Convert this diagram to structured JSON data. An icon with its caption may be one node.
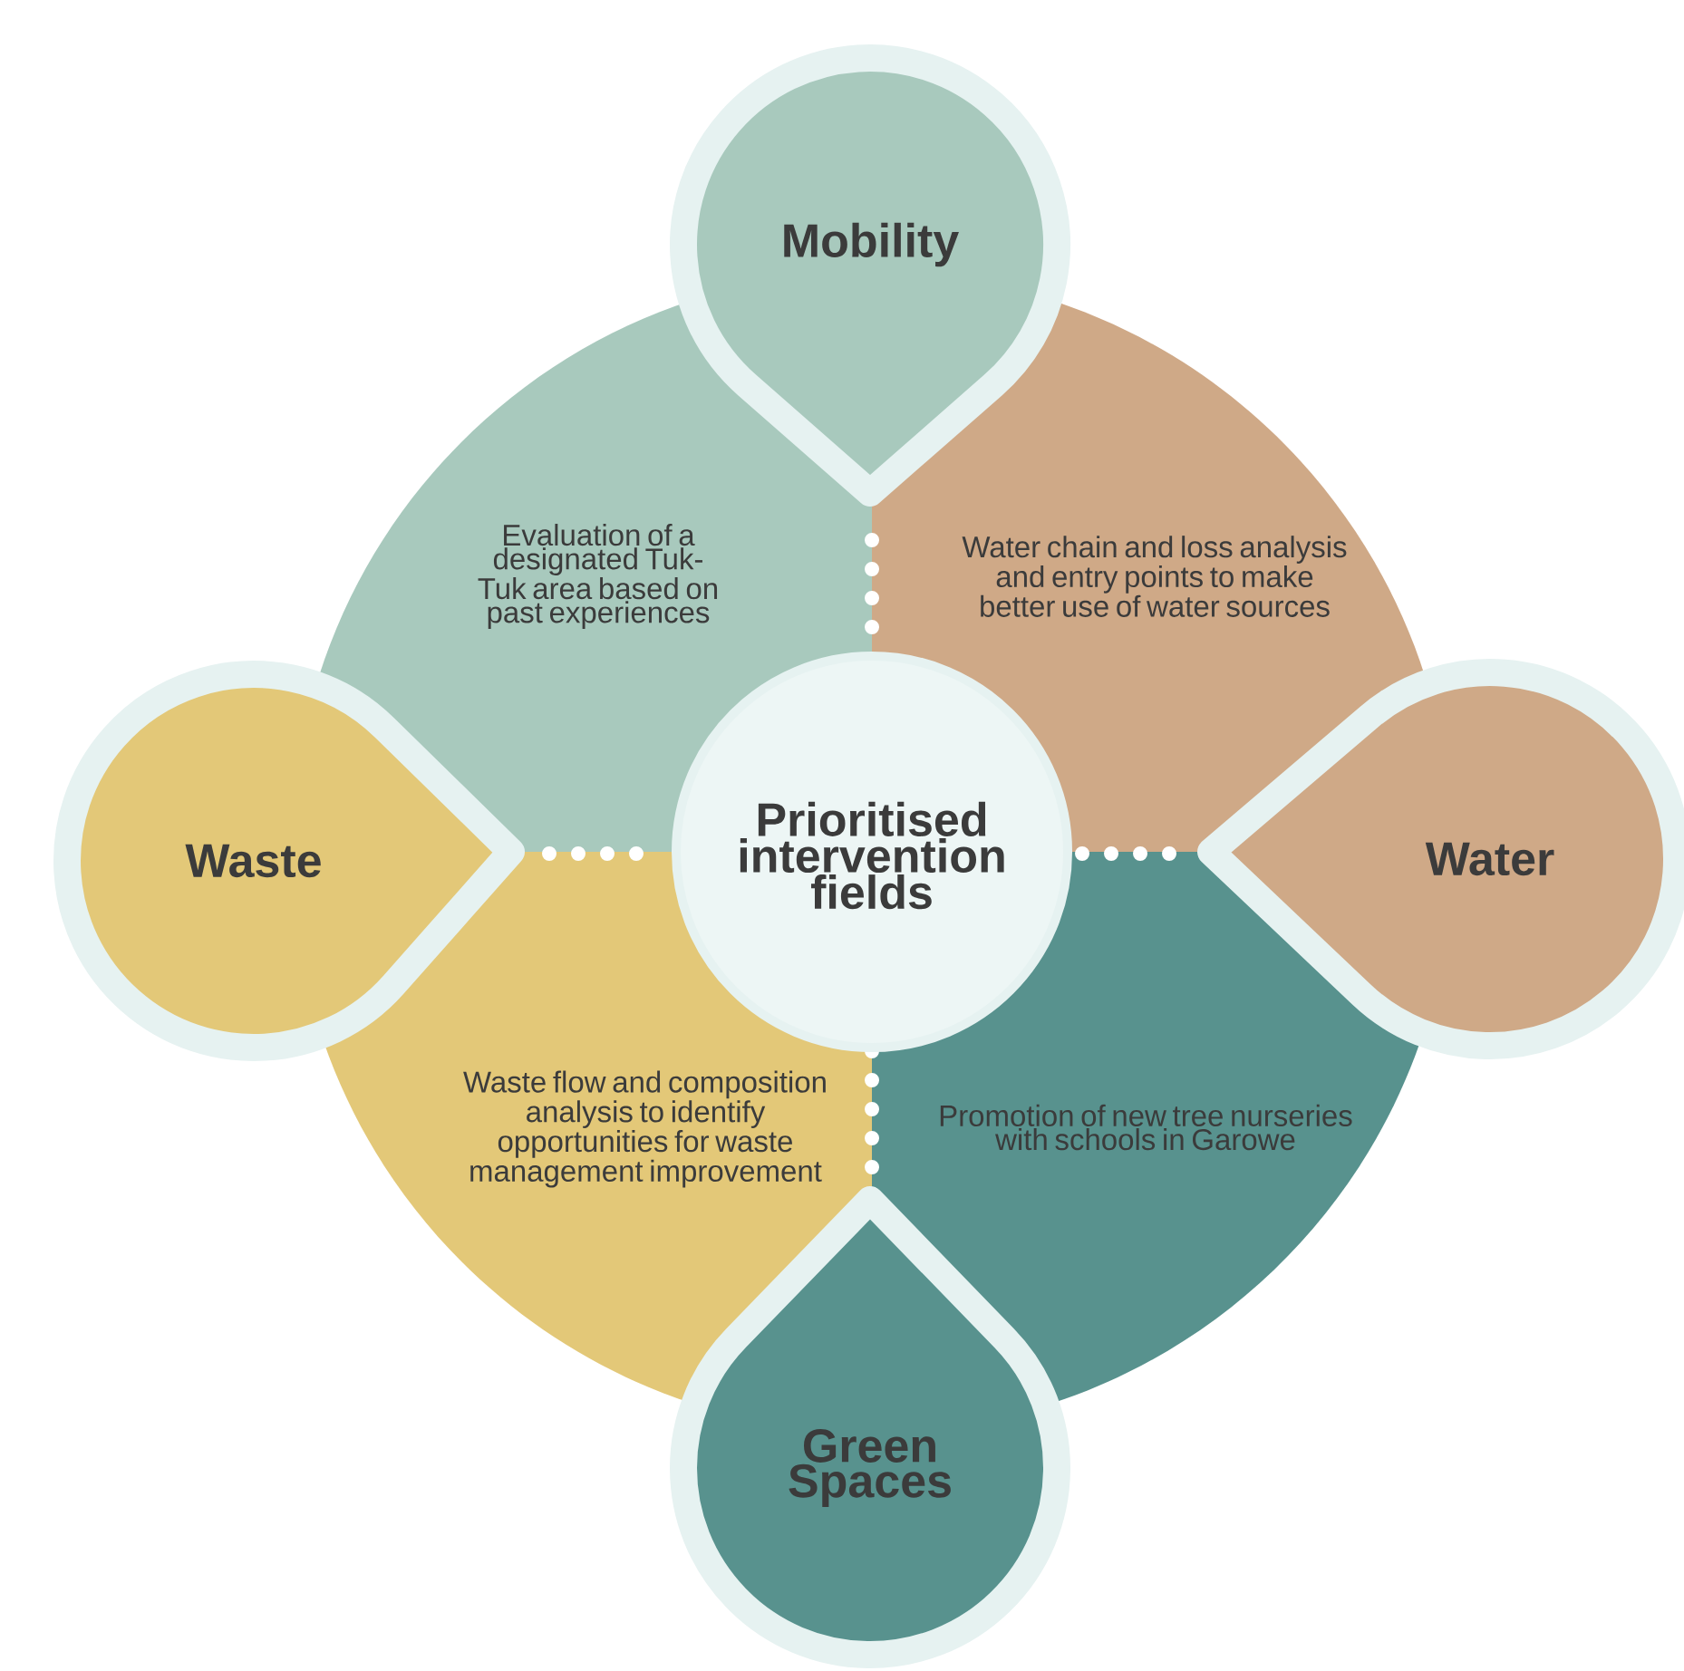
{
  "diagram": {
    "nodes": [
      {
        "text": [
          "Mobility"
        ]
      },
      {
        "text": [
          "Evaluation of a designated Tuk-Tuk area based on past experiences"
        ]
      },
      {
        "text": [
          "Water chain and loss analysis and entry points to make better use of water sources"
        ]
      },
      {
        "text": [
          "Waste"
        ]
      },
      {
        "text": [
          "Prioritised intervention fields"
        ]
      },
      {
        "text": [
          "Water"
        ]
      },
      {
        "text": [
          "Waste flow and composition analysis to identify opportunities for waste management improvement"
        ]
      },
      {
        "text": [
          "Promotion of new tree nurseries with schools in Garowe"
        ]
      },
      {
        "text": [
          "Green Spaces"
        ]
      }
    ]
  }
}
